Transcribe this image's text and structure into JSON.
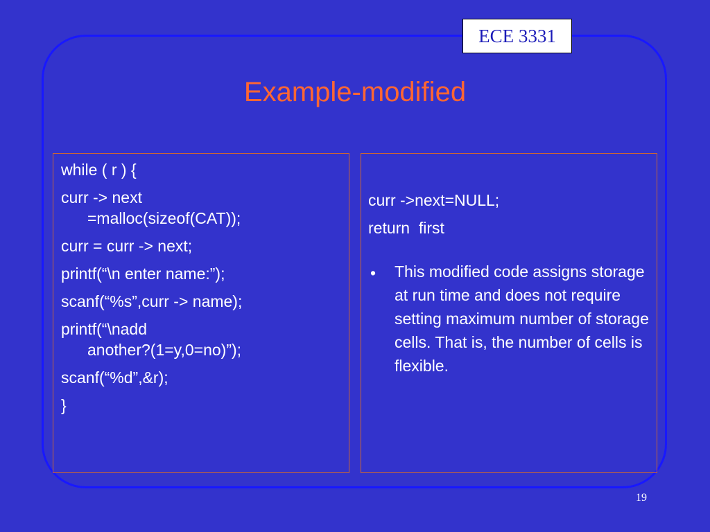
{
  "header": {
    "course_label": "ECE 3331",
    "title": "Example-modified"
  },
  "code_panel": {
    "lines": [
      {
        "first": "while ( r ) {",
        "cont": ""
      },
      {
        "first": "curr -> next",
        "cont": "=malloc(sizeof(CAT));"
      },
      {
        "first": "curr = curr -> next;",
        "cont": ""
      },
      {
        "first": "printf(“\\n enter name:”);",
        "cont": ""
      },
      {
        "first": "scanf(“%s”,curr -> name);",
        "cont": ""
      },
      {
        "first": "printf(“\\nadd",
        "cont": "another?(1=y,0=no)”);"
      },
      {
        "first": "scanf(“%d”,&r);",
        "cont": ""
      },
      {
        "first": "}",
        "cont": ""
      }
    ]
  },
  "notes_panel": {
    "code_lines": [
      "curr ->next=NULL;",
      "return  first"
    ],
    "bullet_mark": "•",
    "bullet_text": "This modified code assigns storage at run time and does not require setting maximum number of storage cells. That is, the number of cells is flexible."
  },
  "footer": {
    "page_number": "19"
  }
}
